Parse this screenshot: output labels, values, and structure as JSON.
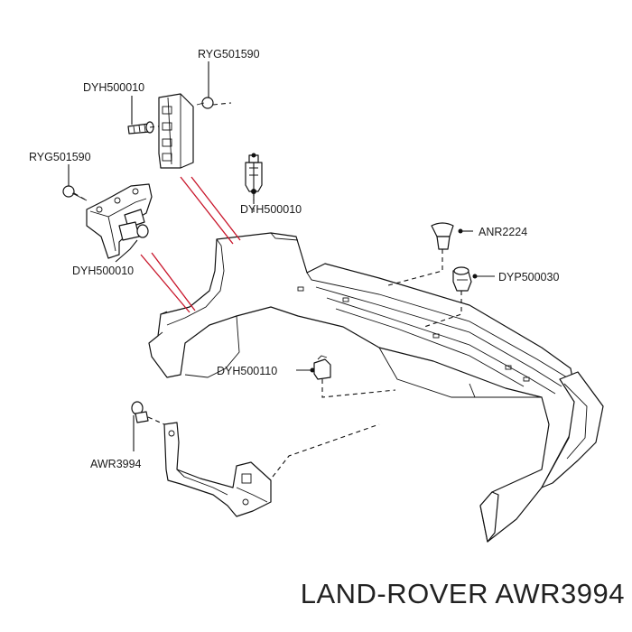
{
  "labels": {
    "ryg501590_top": "RYG501590",
    "dyh500010_top": "DYH500010",
    "ryg501590_left": "RYG501590",
    "dyh500010_mid": "DYH500010",
    "dyh500010_left": "DYH500010",
    "anr2224": "ANR2224",
    "dyp500030": "DYP500030",
    "dyh500110": "DYH500110",
    "awr3994": "AWR3994"
  },
  "footer": {
    "title": "LAND-ROVER AWR3994"
  },
  "colors": {
    "line": "#111111",
    "accent_lines": "#c8152a",
    "background": "#ffffff"
  }
}
